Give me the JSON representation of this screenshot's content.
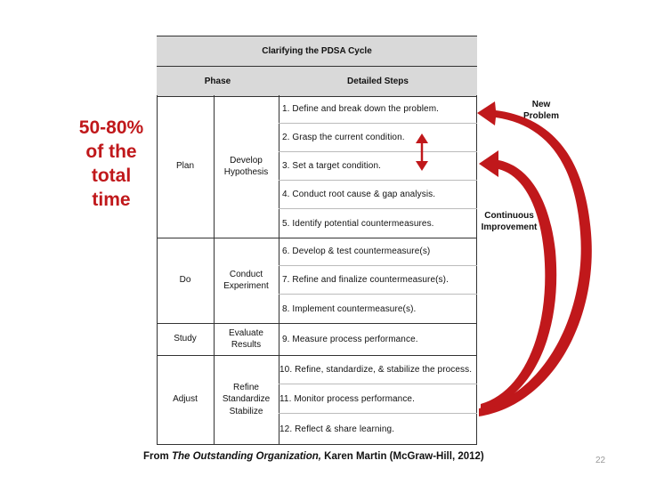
{
  "table": {
    "title": "Clarifying the PDSA Cycle",
    "header_phase": "Phase",
    "header_steps": "Detailed Steps",
    "phases": [
      {
        "name": "Plan",
        "subphase_lines": [
          "Develop",
          "Hypothesis"
        ]
      },
      {
        "name": "Do",
        "subphase_lines": [
          "Conduct",
          "Experiment"
        ]
      },
      {
        "name": "Study",
        "subphase_lines": [
          "Evaluate",
          "Results"
        ]
      },
      {
        "name": "Adjust",
        "subphase_lines": [
          "Refine",
          "Standardize",
          "Stabilize"
        ]
      }
    ],
    "steps": [
      "1.  Define and break down the  problem.",
      "2.  Grasp the current condition.",
      "3.  Set a target condition.",
      "4.  Conduct root cause & gap analysis.",
      "5.  Identify potential countermeasures.",
      "6.  Develop & test countermeasure(s)",
      "7.  Refine and finalize countermeasure(s).",
      "8.  Implement countermeasure(s).",
      "9.  Measure process performance.",
      "10. Refine, standardize, & stabilize the process.",
      "11. Monitor process performance.",
      "12.  Reflect & share learning."
    ]
  },
  "callout": {
    "lines": [
      "50-80%",
      "of the",
      "total",
      "time"
    ],
    "color": "#c0181b"
  },
  "notes": {
    "new_problem": [
      "New",
      "Problem"
    ],
    "continuous_improvement": [
      "Continuous",
      "Improvement"
    ]
  },
  "footer": {
    "prefix": "From ",
    "book": "The Outstanding Organization,",
    "suffix": " Karen Martin (McGraw-Hill, 2012)"
  },
  "page_number": "22",
  "colors": {
    "header_bg": "#d9d9d9",
    "arrow": "#c0181b"
  }
}
